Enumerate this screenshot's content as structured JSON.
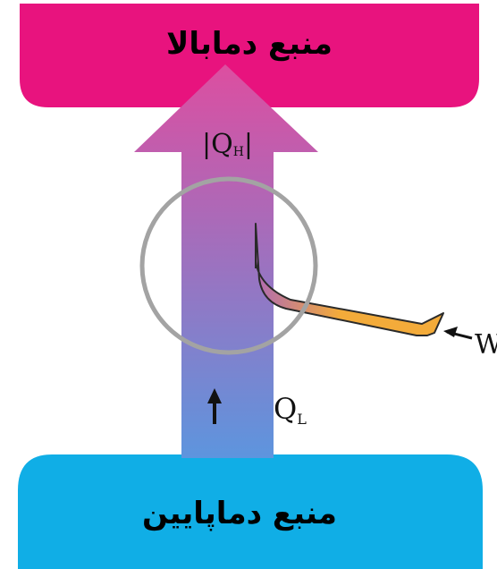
{
  "hot_reservoir": {
    "label": "منبع دمابالا",
    "color": "#e8137e"
  },
  "cold_reservoir": {
    "label": "منبع دماپایین",
    "color": "#10aee6"
  },
  "heat_out": {
    "main": "|Q",
    "sub": "H",
    "close": "|"
  },
  "heat_in": {
    "main": "Q",
    "sub": "L"
  },
  "work": {
    "label": "W",
    "color": "#f3ab3a"
  },
  "arrow_gradient": {
    "top": "#dd4ea0",
    "bottom": "#5d95de"
  },
  "highlight_ring": {
    "color": "#a3a3a3"
  }
}
